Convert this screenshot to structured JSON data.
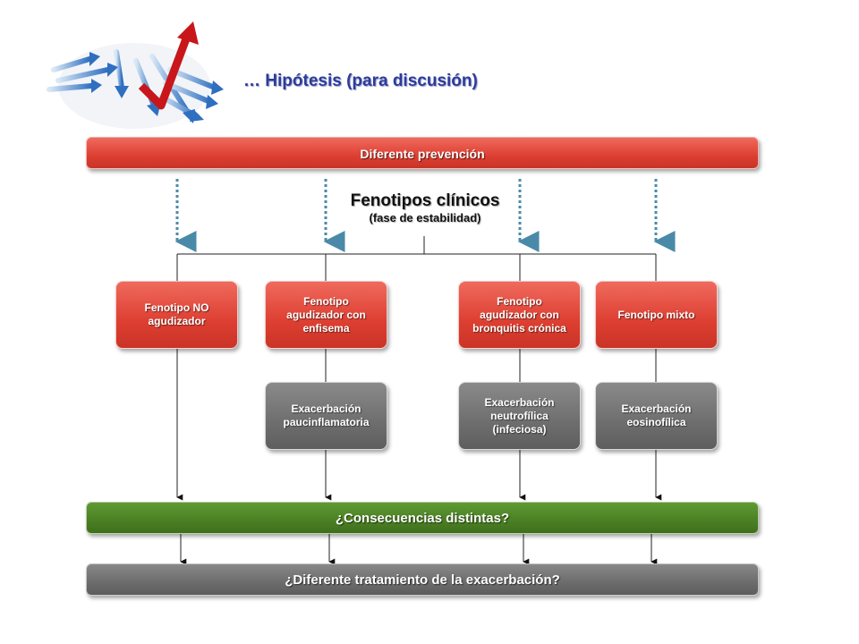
{
  "header": {
    "title": "… Hipótesis (para discusión)"
  },
  "top_bar": {
    "label": "Diferente prevención"
  },
  "center": {
    "title": "Fenotipos clínicos",
    "subtitle": "(fase de estabilidad)"
  },
  "phenotypes": [
    {
      "label": "Fenotipo NO agudizador"
    },
    {
      "label": "Fenotipo agudizador con enfisema"
    },
    {
      "label": "Fenotipo agudizador con bronquitis crónica"
    },
    {
      "label": "Fenotipo mixto"
    }
  ],
  "exacerbations": [
    {
      "label": "Exacerbación paucinflamatoria"
    },
    {
      "label": "Exacerbación neutrofílica (infeciosa)"
    },
    {
      "label": "Exacerbación eosinofílica"
    }
  ],
  "consequences_bar": {
    "label": "¿Consecuencias distintas?"
  },
  "treatment_bar": {
    "label": "¿Diferente tratamiento de la exacerbación?"
  },
  "colors": {
    "red": "#dd3f31",
    "green": "#4a7f23",
    "gray": "#6c6c6c",
    "title_blue": "#2d3b9a",
    "dotted_arrow": "#4a8aa8"
  }
}
